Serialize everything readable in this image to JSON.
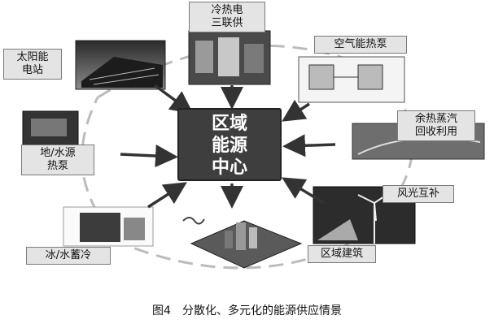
{
  "hub": {
    "label": "区域\n能源\n中心"
  },
  "nodes": {
    "cchp": "冷热电\n三联供",
    "solar": "太阳能\n电站",
    "air_heat_pump": "空气能热泵",
    "waste_heat": "余热蒸汽\n回收利用",
    "ground_heat_pump": "地/水源\n热泵",
    "wind_solar": "风光互补",
    "ice_storage": "冰/水蓄冷",
    "district_building": "区域建筑"
  },
  "caption": "图4　分散化、多元化的能源供应情景"
}
